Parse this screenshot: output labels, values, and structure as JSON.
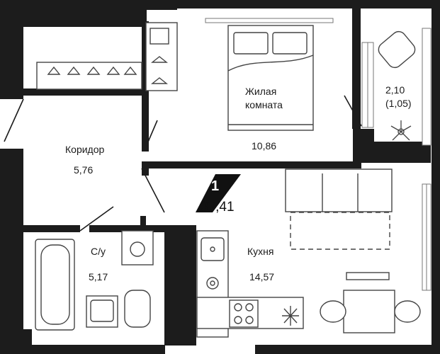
{
  "plan": {
    "rooms_count": "1",
    "total_area": "37,41",
    "rooms": [
      {
        "id": "living",
        "label_line1": "Жилая",
        "label_line2": "комната",
        "area": "10,86"
      },
      {
        "id": "corridor",
        "label": "Коридор",
        "area": "5,76"
      },
      {
        "id": "bathroom",
        "label": "С/у",
        "area": "5,17"
      },
      {
        "id": "kitchen",
        "label": "Кухня",
        "area": "14,57"
      },
      {
        "id": "balcony",
        "area_line1": "2,10",
        "area_line2": "(1,05)"
      }
    ],
    "colors": {
      "wall": "#1c1c1c",
      "furniture": "#444444",
      "background": "#ffffff"
    },
    "icons": [
      "bed-icon",
      "wardrobe-hanger-icon",
      "armchair-icon",
      "plant-icon",
      "sofa-icon",
      "dining-table-icon",
      "bathtub-icon",
      "washbasin-icon",
      "toilet-icon",
      "washing-machine-icon",
      "sink-icon",
      "dishwasher-icon",
      "stove-icon",
      "fridge-icon"
    ]
  }
}
